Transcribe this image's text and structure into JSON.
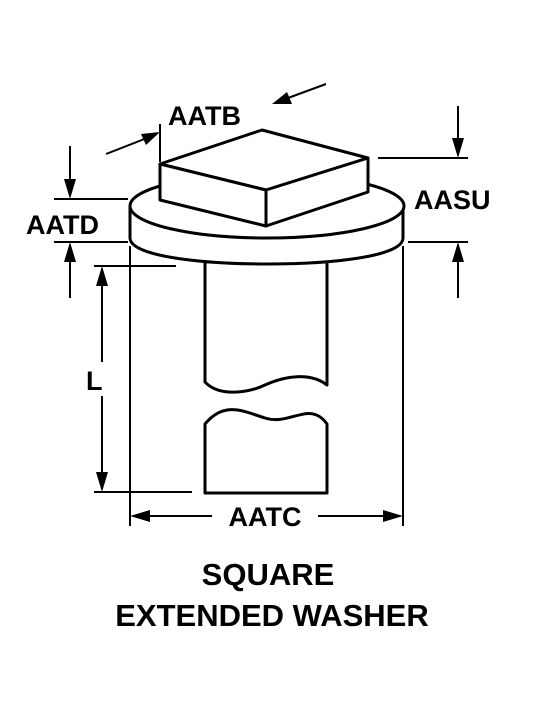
{
  "labels": {
    "aatb": "AATB",
    "aasu": "AASU",
    "aatd": "AATD",
    "l": "L",
    "aatc": "AATC"
  },
  "caption": {
    "line1": "SQUARE",
    "line2": "EXTENDED WASHER"
  }
}
